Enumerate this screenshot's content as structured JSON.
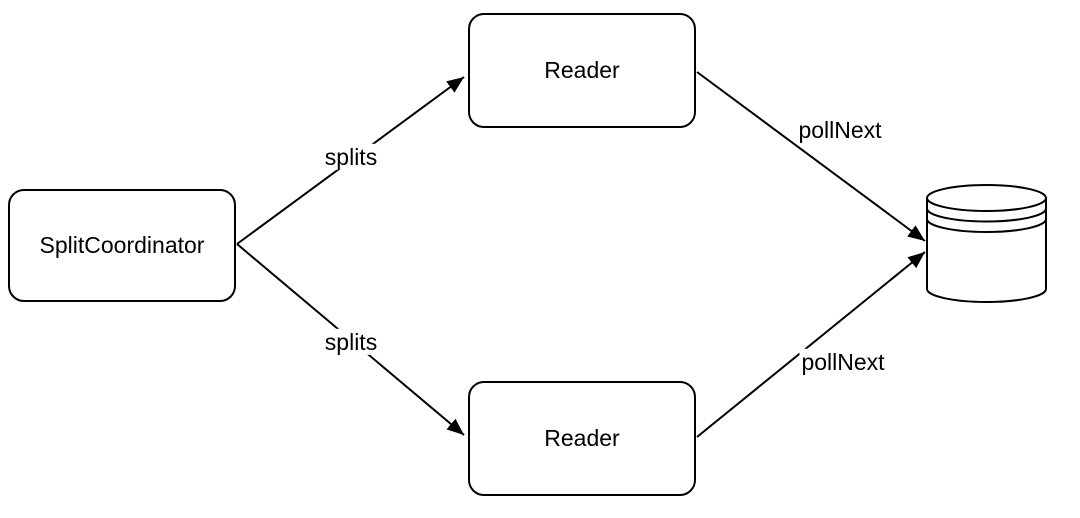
{
  "diagram": {
    "type": "flow-diagram",
    "background_color": "#ffffff",
    "stroke_color": "#000000",
    "node_fill_color": "#ffffff",
    "nodes": [
      {
        "id": "split-coordinator",
        "label": "SplitCoordinator",
        "shape": "rounded-rectangle"
      },
      {
        "id": "reader-top",
        "label": "Reader",
        "shape": "rounded-rectangle"
      },
      {
        "id": "reader-bottom",
        "label": "Reader",
        "shape": "rounded-rectangle"
      },
      {
        "id": "datastore",
        "label": "",
        "shape": "database-cylinder"
      }
    ],
    "edges": [
      {
        "from": "split-coordinator",
        "to": "reader-top",
        "label": "splits"
      },
      {
        "from": "split-coordinator",
        "to": "reader-bottom",
        "label": "splits"
      },
      {
        "from": "reader-top",
        "to": "datastore",
        "label": "pollNext"
      },
      {
        "from": "reader-bottom",
        "to": "datastore",
        "label": "pollNext"
      }
    ]
  }
}
